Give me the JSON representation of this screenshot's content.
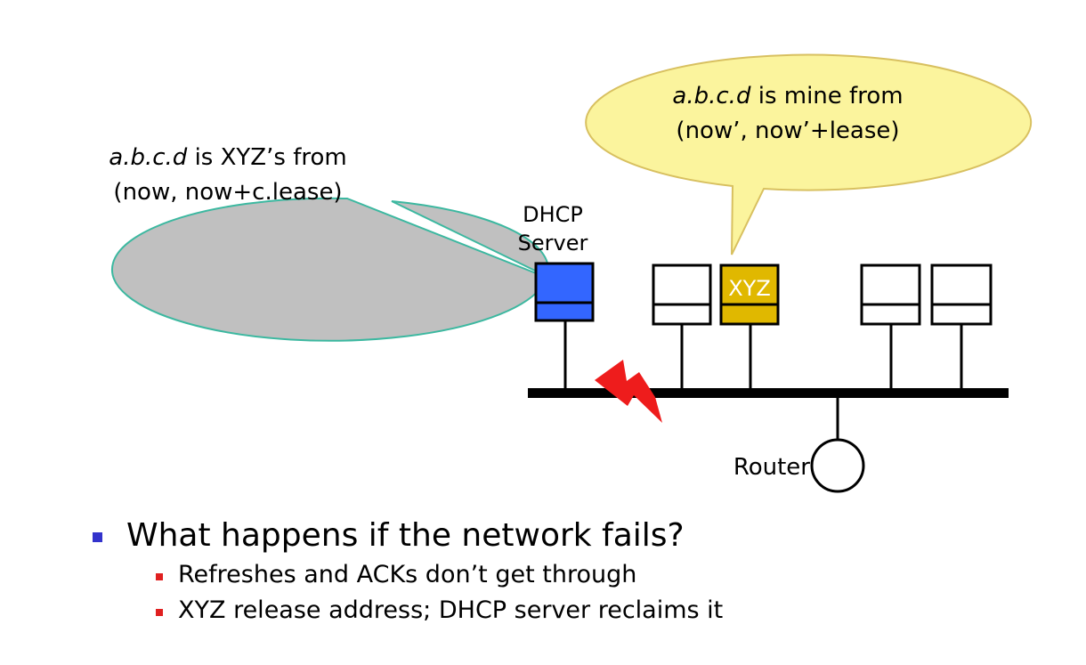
{
  "bubbles": {
    "server": {
      "italic": "a.b.c.d",
      "rest": " is XYZ’s from",
      "line2": "(now, now+c.lease)",
      "fill": "#c0c0c0"
    },
    "client": {
      "italic": "a.b.c.d",
      "rest": " is mine from",
      "line2": "(now’, now’+lease)",
      "fill": "#fbf49d"
    }
  },
  "labels": {
    "server_line1": "DHCP",
    "server_line2": "Server",
    "xyz": "XYZ",
    "router": "Router"
  },
  "colors": {
    "server": "#3366ff",
    "xyz": "#e0b800",
    "failure": "#ee1c1c",
    "bullet_main": "#3333cc",
    "bullet_sub": "#e02020"
  },
  "bullets": {
    "main": "What happens if the network fails?",
    "sub1": "Refreshes and ACKs don’t get through",
    "sub2": "XYZ release address; DHCP server reclaims it"
  }
}
